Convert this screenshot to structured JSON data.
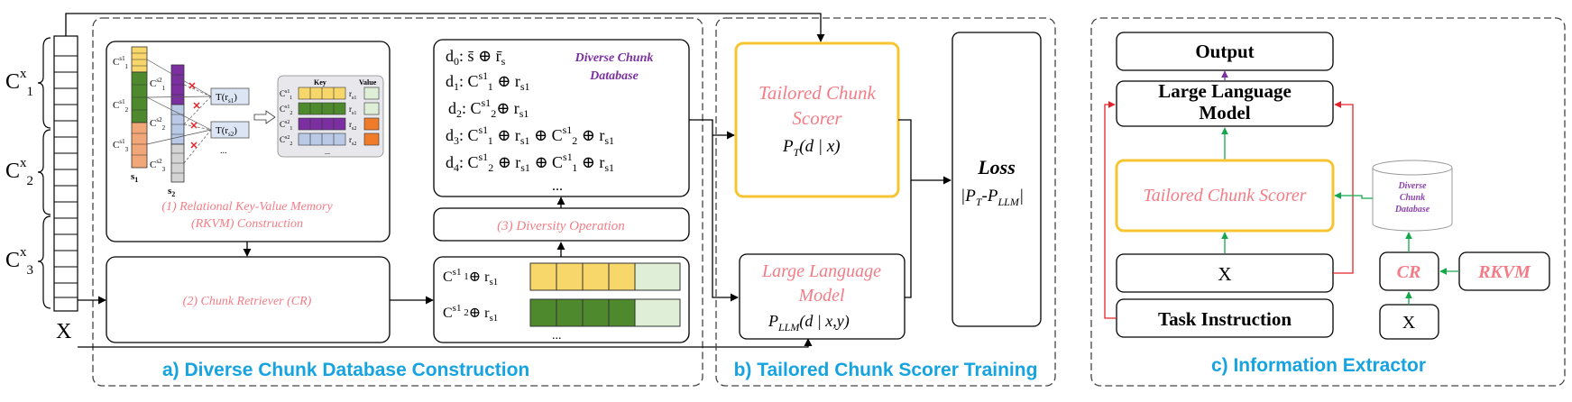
{
  "colors": {
    "pink": "#f47c86",
    "cyan": "#16a3e0",
    "purple": "#7a2fa2",
    "green": "#14a84a",
    "red": "#e3232b",
    "gold": "#f7c531",
    "chunk_yellow": "#f7d66a",
    "chunk_green": "#4e8a2d",
    "chunk_light": "#dfeed6",
    "chunk_purple": "#7b2fa0",
    "chunk_blue": "#b9c9e6",
    "chunk_orange": "#f2a778",
    "chunk_gray": "#d4d4d4",
    "db_purple": "#8e44ad"
  },
  "left": {
    "c1": "C",
    "c1_sup": "x",
    "c1_sub": "1",
    "c2": "C",
    "c2_sup": "x",
    "c2_sub": "2",
    "c3": "C",
    "c3_sup": "x",
    "c3_sub": "3",
    "x": "X"
  },
  "panel_a": {
    "caption": "a) Diverse  Chunk Database Construction",
    "rkvm_line1": "(1) Relational Key-Value Memory",
    "rkvm_line2": "(RKVM) Construction",
    "cr_label": "(2) Chunk Retriever (CR)",
    "diversity_label": "(3) Diversity  Operation",
    "db_label_line1": "Diverse Chunk",
    "db_label_line2": "Database",
    "s1": "s",
    "s1_sub": "1",
    "s2": "s",
    "s2_sub": "2",
    "t1": "T(r",
    "t1_sub": "s1",
    "t1_close": ")",
    "t2": "T(r",
    "t2_sub": "s2",
    "t2_close": ")",
    "kv_key": "Key",
    "kv_value": "Value",
    "ellipsis": "...",
    "d0": "d0:   s̄  ⊕ r̄s",
    "d1": "d1: Cs11 ⊕ rs1",
    "d2": "d2: Cs12⊕ rs1",
    "d3": "d3: Cs11 ⊕ rs1 ⊕ Cs12 ⊕ rs1",
    "d4": "d4: Cs12 ⊕ rs1 ⊕ Cs11 ⊕ rs1",
    "d_ellipsis": "...",
    "cand1": "Cs1 1⊕ rs1",
    "cand2": "Cs1 2⊕ rs1",
    "cand_ellipsis": "..."
  },
  "panel_b": {
    "caption": "b) Tailored Chunk Scorer Training",
    "scorer_line1": "Tailored Chunk",
    "scorer_line2": "Scorer",
    "scorer_formula": "PT(d | x)",
    "llm_line1": "Large Language",
    "llm_line2": "Model",
    "llm_formula": "PLLM(d | x,y)",
    "loss_title": "Loss",
    "loss_formula": "|PT-PLLM|"
  },
  "panel_c": {
    "caption": "c) Information Extractor",
    "output": "Output",
    "llm_line1": "Large Language",
    "llm_line2": "Model",
    "scorer": "Tailored Chunk Scorer",
    "x_box": "X",
    "task_instruction": "Task Instruction",
    "db_line1": "Diverse",
    "db_line2": "Chunk",
    "db_line3": "Database",
    "cr": "CR",
    "rkvm": "RKVM",
    "x_small": "X"
  }
}
